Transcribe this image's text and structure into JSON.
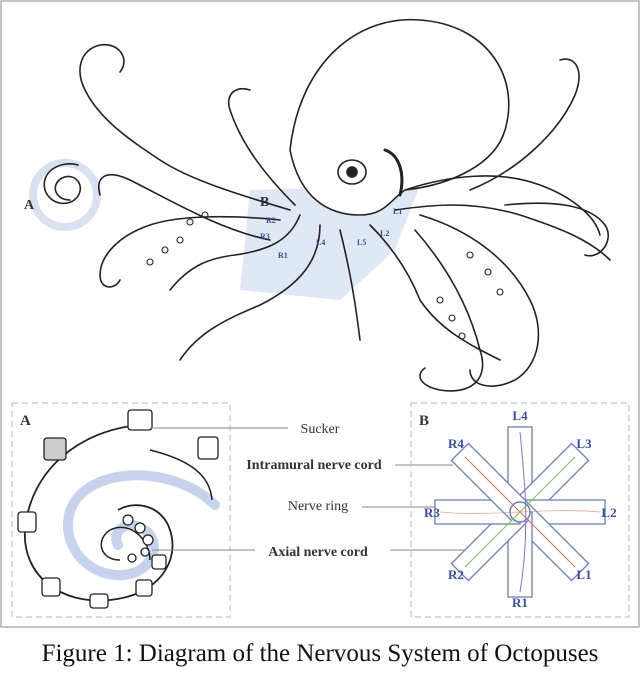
{
  "caption": "Figure 1: Diagram of the Nervous System of Octopuses",
  "main_labels": {
    "panel_a": "A",
    "panel_b": "B",
    "arm_labels": [
      "R1",
      "R2",
      "R3",
      "L1",
      "L2",
      "L4",
      "L5"
    ]
  },
  "panel_a": {
    "label": "A",
    "callouts": [
      "Sucker",
      "Intramural nerve cord",
      "Nerve ring",
      "Axial nerve cord"
    ]
  },
  "panel_b": {
    "label": "B",
    "arms": [
      "L4",
      "L3",
      "L2",
      "L1",
      "R1",
      "R2",
      "R3",
      "R4"
    ]
  },
  "colors": {
    "outline": "#222222",
    "highlight": "#c7d3ec",
    "label_blue": "#3a4f9a",
    "arm_fill": "#ffffff",
    "dashed_frame": "#b9c3dc",
    "nerve_red": "#e06a6a",
    "nerve_green": "#7fbf5a",
    "nerve_purple": "#8a6fc8"
  }
}
